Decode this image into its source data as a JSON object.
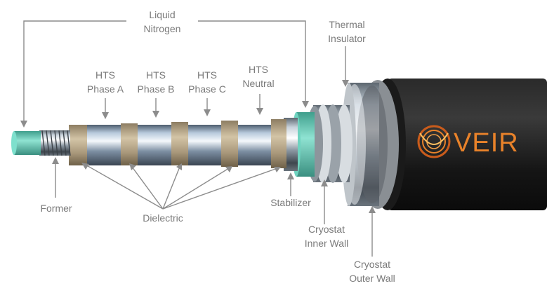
{
  "diagram": {
    "labels": {
      "liquid_nitrogen": [
        "Liquid",
        "Nitrogen"
      ],
      "thermal_insulator": [
        "Thermal",
        "Insulator"
      ],
      "hts_phase_a": [
        "HTS",
        "Phase A"
      ],
      "hts_phase_b": [
        "HTS",
        "Phase B"
      ],
      "hts_phase_c": [
        "HTS",
        "Phase C"
      ],
      "hts_neutral": [
        "HTS",
        "Neutral"
      ],
      "former": "Former",
      "dielectric": "Dielectric",
      "stabilizer": "Stabilizer",
      "cryostat_inner_wall": [
        "Cryostat",
        "Inner Wall"
      ],
      "cryostat_outer_wall": [
        "Cryostat",
        "Outer Wall"
      ]
    },
    "brand": "VEIR",
    "colors": {
      "label": "#7a7a7a",
      "nitrogen": "#6fd3c0",
      "dielectric": "#b9a98a",
      "jacket": "#1c1c1c",
      "brand": "#e8822a"
    }
  }
}
